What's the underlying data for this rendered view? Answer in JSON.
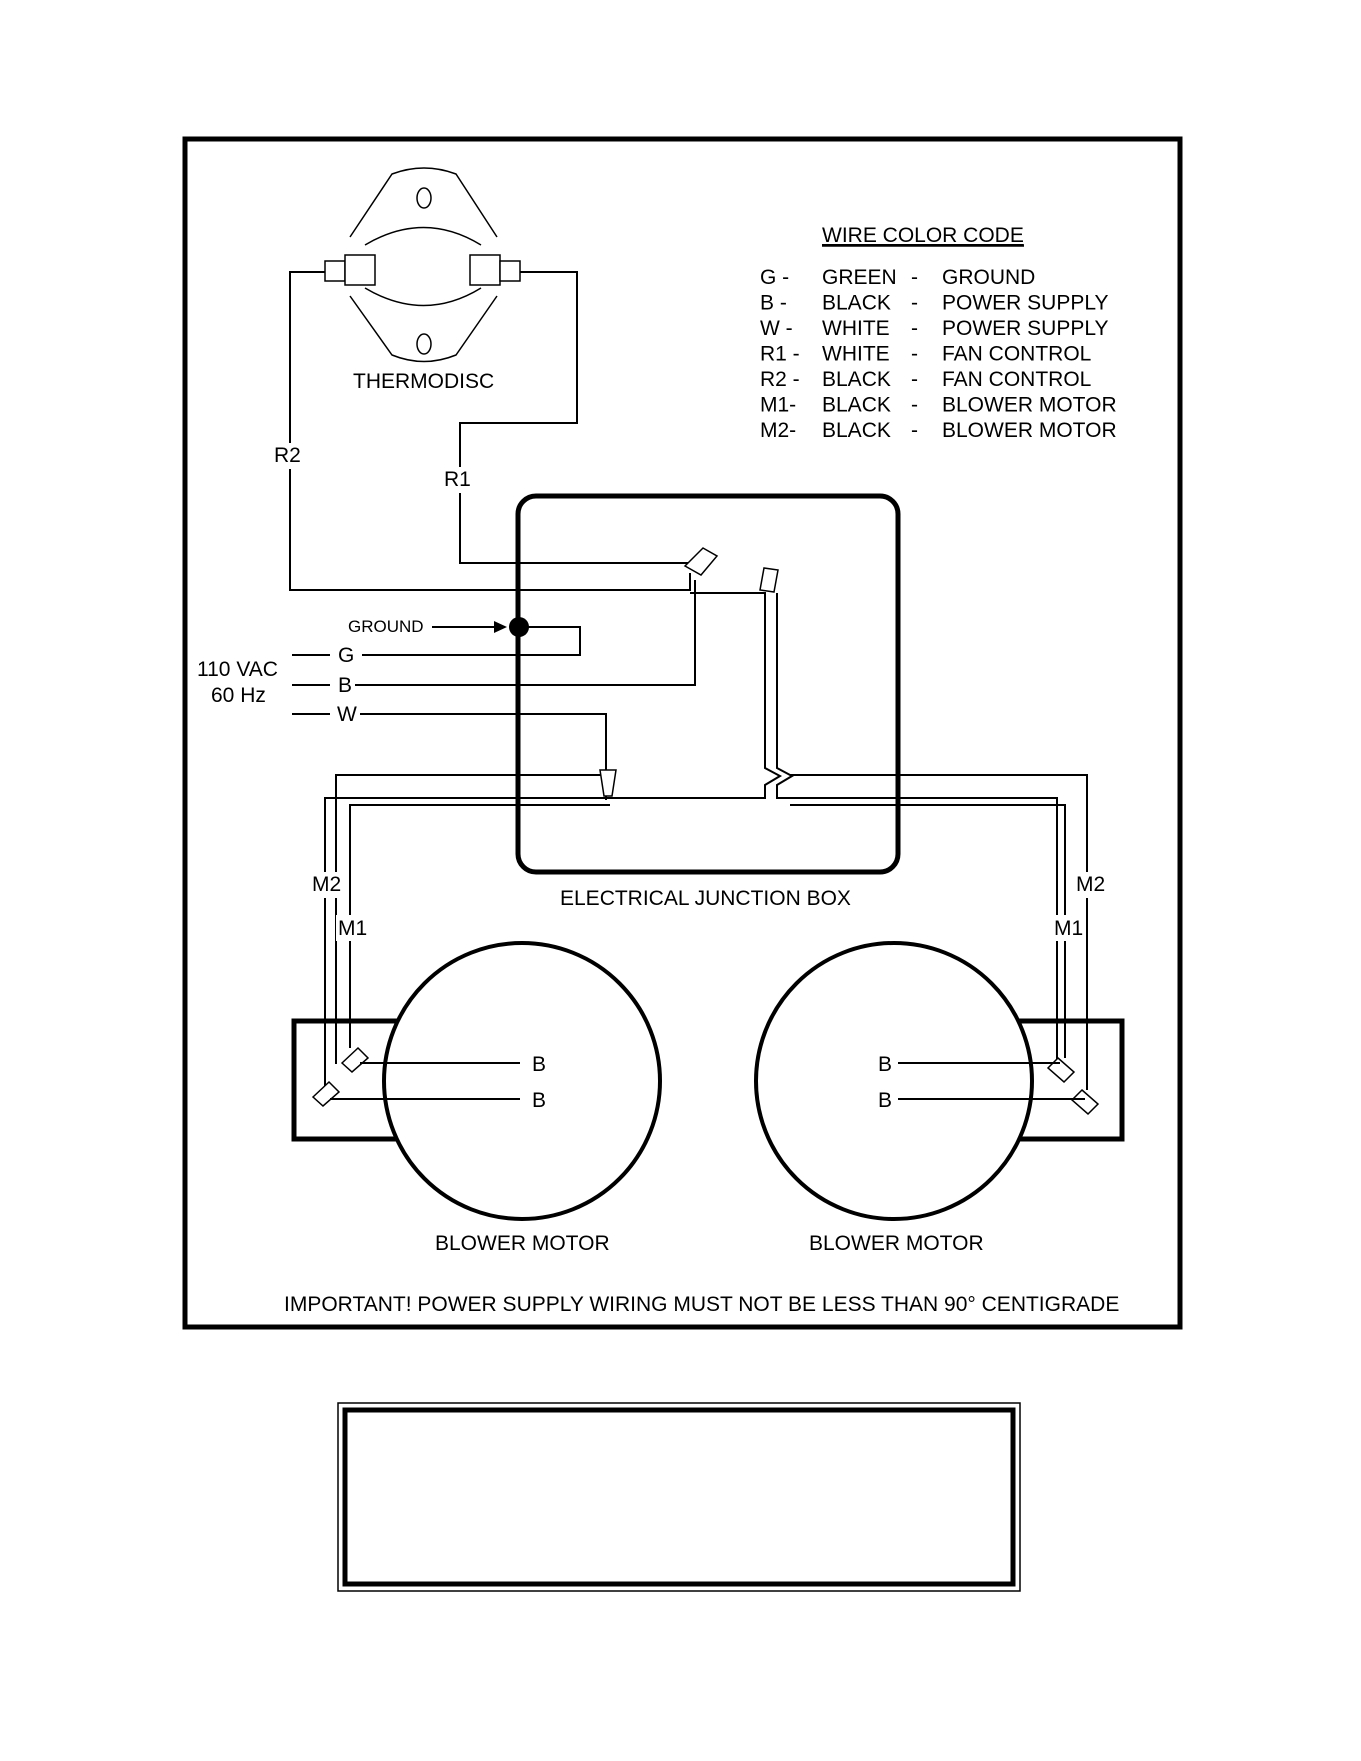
{
  "diagram": {
    "thermodisc_label": "THERMODISC",
    "wire_labels": {
      "r2": "R2",
      "r1": "R1",
      "m2": "M2",
      "m1": "M1"
    },
    "ground_label": "GROUND",
    "supply": {
      "voltage": "110 VAC",
      "frequency": "60 Hz",
      "g": "G",
      "b": "B",
      "w": "W"
    },
    "junction_box_label": "ELECTRICAL JUNCTION BOX",
    "blower_motor_left": {
      "label": "BLOWER MOTOR",
      "lead_1": "B",
      "lead_2": "B"
    },
    "blower_motor_right": {
      "label": "BLOWER MOTOR",
      "lead_1": "B",
      "lead_2": "B"
    },
    "important_note": "IMPORTANT!  POWER SUPPLY WIRING MUST NOT BE LESS THAN 90° CENTIGRADE"
  },
  "legend": {
    "title": "WIRE COLOR CODE",
    "rows": [
      {
        "code": "G  -",
        "color": "GREEN",
        "function": "GROUND"
      },
      {
        "code": "B  -",
        "color": "BLACK",
        "function": "POWER SUPPLY"
      },
      {
        "code": "W -",
        "color": "WHITE",
        "function": "POWER SUPPLY"
      },
      {
        "code": "R1 -",
        "color": "WHITE",
        "function": "FAN CONTROL"
      },
      {
        "code": "R2 -",
        "color": "BLACK",
        "function": "FAN CONTROL"
      },
      {
        "code": "M1-",
        "color": "BLACK",
        "function": "BLOWER MOTOR"
      },
      {
        "code": "M2-",
        "color": "BLACK",
        "function": "BLOWER MOTOR"
      }
    ],
    "separator": "-"
  }
}
